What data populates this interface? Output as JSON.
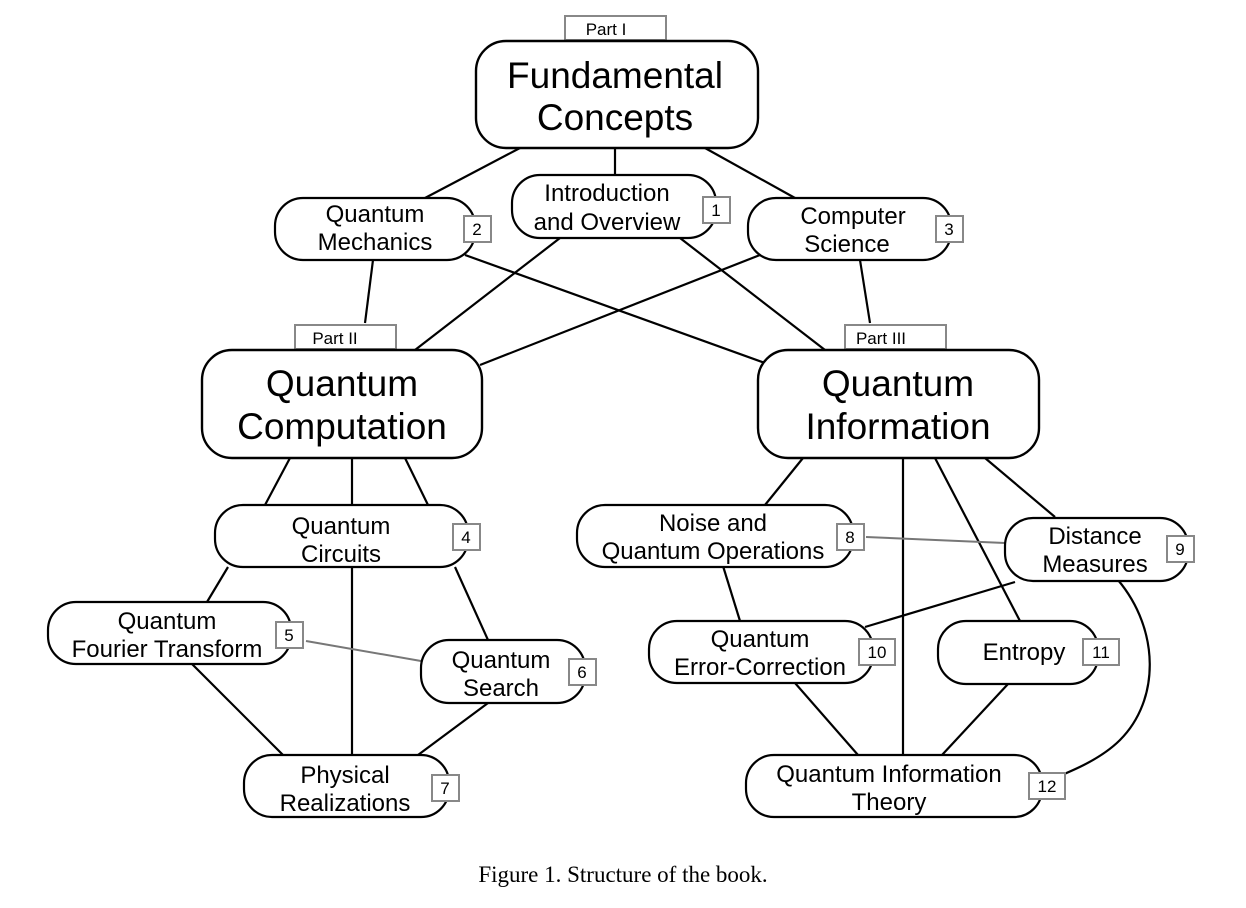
{
  "parts": {
    "part1": "Part I",
    "part2": "Part II",
    "part3": "Part III"
  },
  "main_nodes": {
    "fundamental": [
      "Fundamental",
      "Concepts"
    ],
    "computation": [
      "Quantum",
      "Computation"
    ],
    "information": [
      "Quantum",
      "Information"
    ]
  },
  "chapters": {
    "ch1": {
      "lines": [
        "Introduction",
        "and Overview"
      ],
      "num": "1"
    },
    "ch2": {
      "lines": [
        "Quantum",
        "Mechanics"
      ],
      "num": "2"
    },
    "ch3": {
      "lines": [
        "Computer",
        "Science"
      ],
      "num": "3"
    },
    "ch4": {
      "lines": [
        "Quantum",
        "Circuits"
      ],
      "num": "4"
    },
    "ch5": {
      "lines": [
        "Quantum",
        "Fourier Transform"
      ],
      "num": "5"
    },
    "ch6": {
      "lines": [
        "Quantum",
        "Search"
      ],
      "num": "6"
    },
    "ch7": {
      "lines": [
        "Physical",
        "Realizations"
      ],
      "num": "7"
    },
    "ch8": {
      "lines": [
        "Noise and",
        "Quantum Operations"
      ],
      "num": "8"
    },
    "ch9": {
      "lines": [
        "Distance",
        "Measures"
      ],
      "num": "9"
    },
    "ch10": {
      "lines": [
        "Quantum",
        "Error-Correction"
      ],
      "num": "10"
    },
    "ch11": {
      "lines": [
        "Entropy"
      ],
      "num": "11"
    },
    "ch12": {
      "lines": [
        "Quantum Information",
        "Theory"
      ],
      "num": "12"
    }
  },
  "caption": "Figure 1. Structure of the book."
}
